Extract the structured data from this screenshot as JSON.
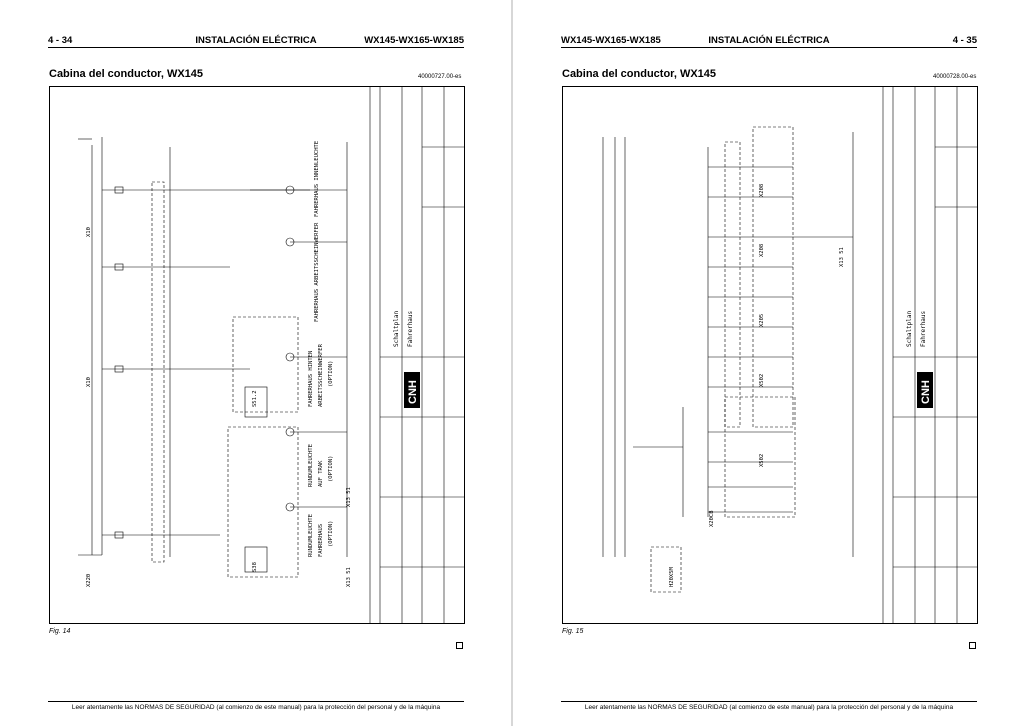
{
  "left_page": {
    "page_number": "4 - 34",
    "section": "INSTALACIÓN ELÉCTRICA",
    "models": "WX145-WX165-WX185",
    "title": "Cabina del conductor, WX145",
    "doc_number": "40000727.00-es",
    "figure_label": "Fig. 14",
    "schematic": {
      "doc_title": "Schaltplan",
      "subtitle": "Fahrerhaus",
      "logo": "CNH",
      "labels": [
        "Fahrerhaus Innenleuchte",
        "Fahrerhaus Arbeitsscheinwerfer",
        "Fahrerhaus hinten Arbeitsscheinwerfer (OPTION)",
        "Rundumleuchte auf Trak (OPTION)",
        "Rundumleuchte Fahrerhaus (OPTION)"
      ]
    }
  },
  "right_page": {
    "page_number": "4 - 35",
    "section": "INSTALACIÓN ELÉCTRICA",
    "models": "WX145-WX165-WX185",
    "title": "Cabina del conductor, WX145",
    "doc_number": "40000728.00-es",
    "figure_label": "Fig. 15",
    "schematic": {
      "doc_title": "Schaltplan",
      "subtitle": "Fahrerhaus",
      "logo": "CNH",
      "labels": []
    }
  },
  "footer_text": "Leer atentamente las NORMAS DE SEGURIDAD (al comienzo de este manual) para la protección del personal y de la máquina"
}
